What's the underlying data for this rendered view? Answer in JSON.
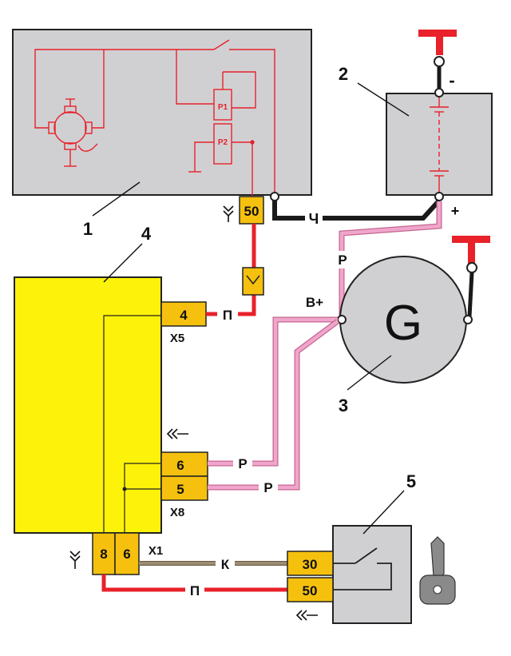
{
  "diagram": {
    "callouts": {
      "starter": "1",
      "battery": "2",
      "generator": "3",
      "ecu": "4",
      "ignition_switch": "5"
    },
    "starter": {
      "relay_p1": "P1",
      "relay_p2": "P2",
      "terminal": "50"
    },
    "battery": {
      "minus": "-",
      "plus": "+"
    },
    "generator": {
      "symbol": "G",
      "terminal": "B+"
    },
    "ecu": {
      "pin_x5_4": "4",
      "conn_x5": "X5",
      "pin_x8_6": "6",
      "pin_x8_5": "5",
      "conn_x8": "X8",
      "pin_x1_8": "8",
      "pin_x1_6": "6",
      "conn_x1": "X1"
    },
    "ignition": {
      "pin_30": "30",
      "pin_50": "50"
    },
    "wires": {
      "starter_to_battery": "Ч",
      "battery_to_generator": "Р",
      "ecu_to_starter": "П",
      "x8_6_to_generator": "Р",
      "x8_5_to_generator": "Р",
      "x1_6_to_switch30": "К",
      "x1_8_to_switch50": "П"
    },
    "colors": {
      "housing": "#d0d0d3",
      "ecu": "#fdf209",
      "connector": "#f6c10e",
      "red_wire": "#e8212a",
      "black_wire": "#1a1a1a",
      "pink_wire": "#f0a6cc",
      "brown_wire": "#a09075",
      "key": "#8a8a8a"
    }
  }
}
